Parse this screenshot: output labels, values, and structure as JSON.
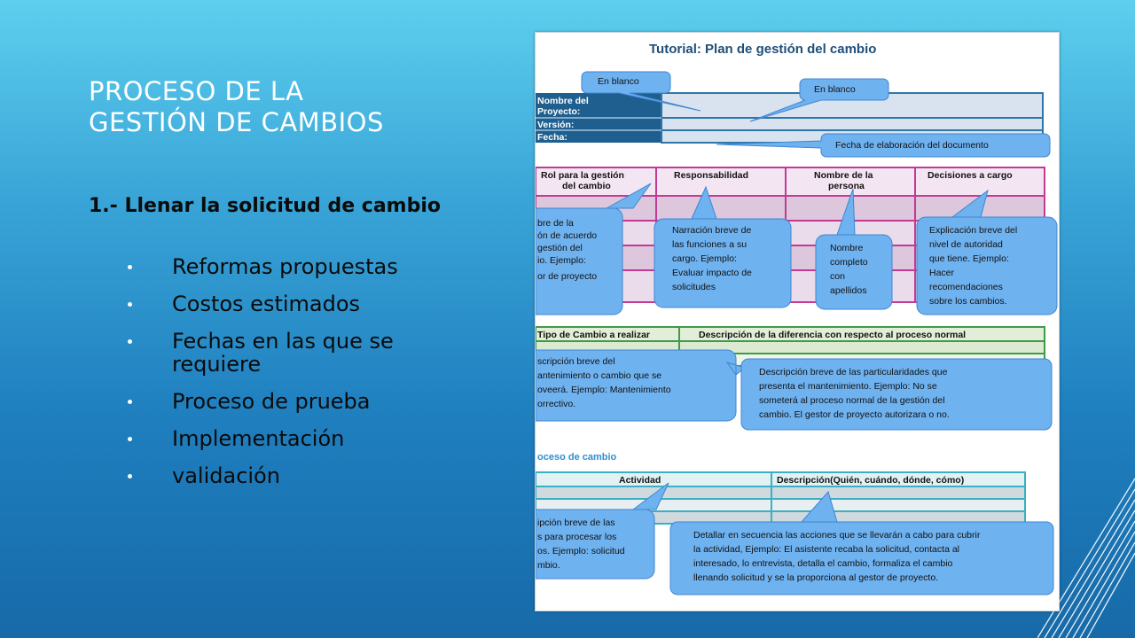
{
  "slide": {
    "title_lines": [
      "PROCESO DE LA",
      "GESTIÓN DE CAMBIOS"
    ],
    "subhead": "1.- Llenar la solicitud de cambio",
    "bullets": [
      "Reformas propuestas",
      "Costos estimados",
      "Fechas en las que se requiere",
      "Proceso de prueba",
      "Implementación",
      "validación"
    ]
  },
  "figure": {
    "title": "Tutorial: Plan de gestión del cambio",
    "header_rows": [
      "Nombre del",
      "Proyecto:",
      "Versión:",
      "Fecha:"
    ],
    "callouts": {
      "blank1": "En blanco",
      "blank2": "En blanco",
      "fecha": "Fecha de elaboración del documento"
    },
    "roles_table": {
      "headers": [
        "Rol para la gestión",
        "del cambio",
        "Responsabilidad",
        "Nombre de la",
        "persona",
        "Decisiones a cargo"
      ]
    },
    "roles_bubbles": {
      "rol": [
        "bre de la",
        "ón de acuerdo",
        "gestión del",
        "io. Ejemplo:",
        "or de proyecto"
      ],
      "resp": [
        "Narración breve de",
        "las funciones a su",
        "cargo. Ejemplo:",
        "Evaluar impacto de",
        "solicitudes"
      ],
      "nombre": [
        "Nombre",
        "completo",
        "con",
        "apellidos"
      ],
      "decisiones": [
        "Explicación breve del",
        "nivel de autoridad",
        "que tiene. Ejemplo:",
        "Hacer",
        "recomendaciones",
        "sobre los cambios."
      ]
    },
    "type_table": {
      "headers": [
        "Tipo de Cambio a realizar",
        "Descripción de la diferencia con respecto al proceso normal"
      ]
    },
    "type_bubbles": {
      "tipo": [
        "scripción breve del",
        "antenimiento o cambio que se",
        "oveerá. Ejemplo: Mantenimiento",
        "orrectivo."
      ],
      "desc": [
        "Descripción breve de las particularidades que",
        "presenta el mantenimiento. Ejemplo: No se",
        "someterá al proceso normal de la gestión del",
        "cambio.  El gestor de proyecto autorizara o no."
      ]
    },
    "process_section": "oceso de cambio",
    "process_table": {
      "headers": [
        "Actividad",
        "Descripción(Quién, cuándo, dónde, cómo)"
      ]
    },
    "process_bubbles": {
      "act": [
        "ipción  breve de las",
        "s para  procesar los",
        "os. Ejemplo: solicitud",
        "mbio."
      ],
      "desc": [
        "Detallar  en secuencia  las acciones que se llevarán a cabo para cubrir",
        "la actividad, Ejemplo: El asistente recaba la solicitud, contacta al",
        "interesado, lo entrevista, detalla el cambio, formaliza el cambio",
        "llenando solicitud y se la proporciona al gestor de proyecto."
      ]
    }
  }
}
